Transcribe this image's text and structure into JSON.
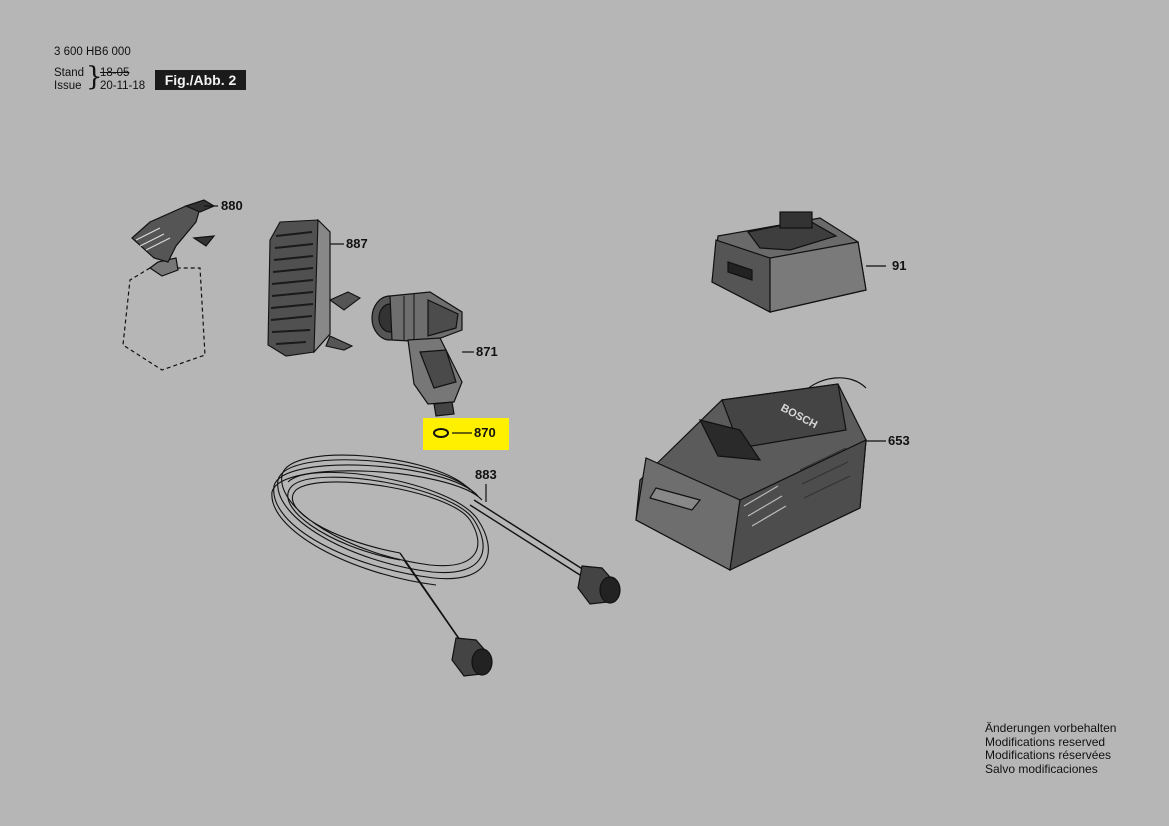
{
  "header": {
    "part_number": "3 600 HB6 000",
    "stand_label": "Stand",
    "issue_label": "Issue",
    "stand_date": "18-05",
    "issue_date": "20-11-18",
    "figure_label": "Fig./Abb. 2"
  },
  "callouts": {
    "c880": "880",
    "c887": "887",
    "c91": "91",
    "c871": "871",
    "c870": "870",
    "c883": "883",
    "c653": "653"
  },
  "highlight": {
    "part": "870",
    "color": "#fff000"
  },
  "charger_brand": "BOSCH",
  "notes": [
    "Änderungen vorbehalten",
    "Modifications reserved",
    "Modifications réservées",
    "Salvo modificaciones"
  ]
}
